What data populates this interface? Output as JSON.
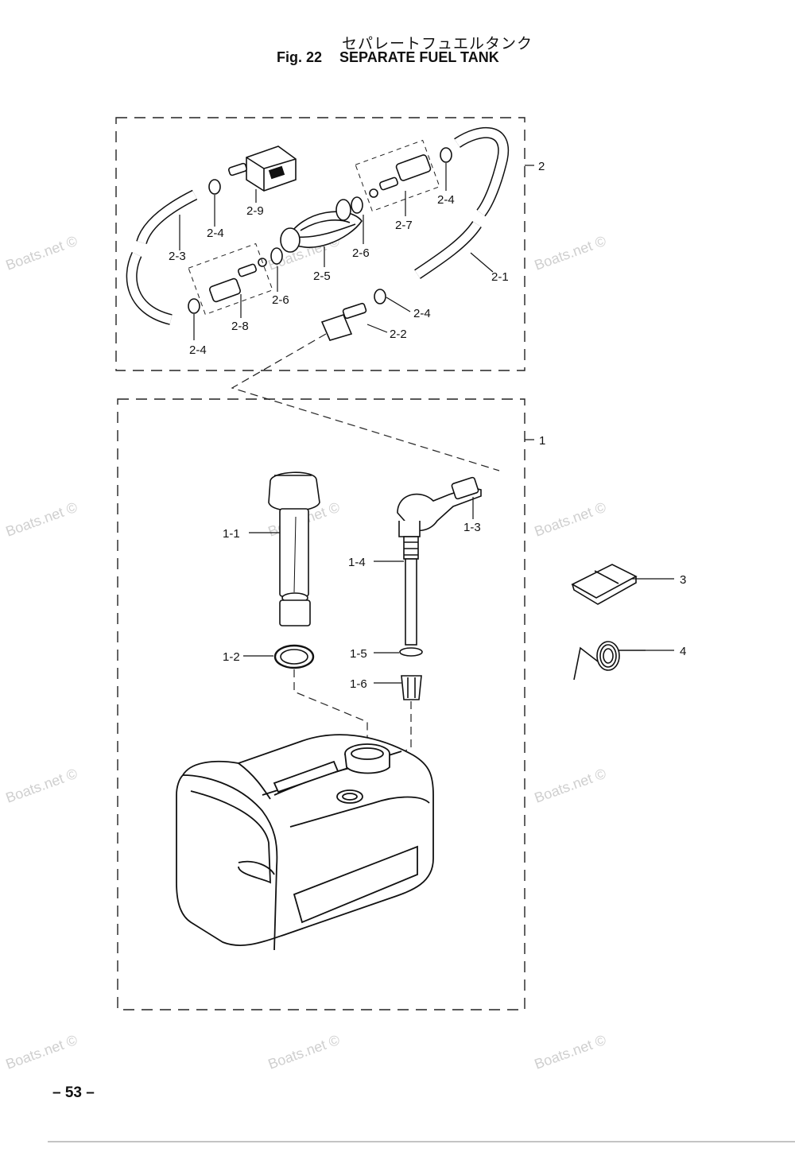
{
  "header": {
    "title_jp": "セパレートフュエルタンク",
    "fig_number": "Fig. 22",
    "title_en": "SEPARATE FUEL TANK"
  },
  "callouts": {
    "group_2": "2",
    "group_1": "1",
    "p2_1": "2-1",
    "p2_2": "2-2",
    "p2_3": "2-3",
    "p2_4a": "2-4",
    "p2_4b": "2-4",
    "p2_4c": "2-4",
    "p2_4d": "2-4",
    "p2_5": "2-5",
    "p2_6a": "2-6",
    "p2_6b": "2-6",
    "p2_7": "2-7",
    "p2_8": "2-8",
    "p2_9": "2-9",
    "p1_1": "1-1",
    "p1_2": "1-2",
    "p1_3": "1-3",
    "p1_4": "1-4",
    "p1_5": "1-5",
    "p1_6": "1-6",
    "p3": "3",
    "p4": "4"
  },
  "watermark": "Boats.net ©",
  "footer": {
    "page_number": "– 53 –"
  }
}
